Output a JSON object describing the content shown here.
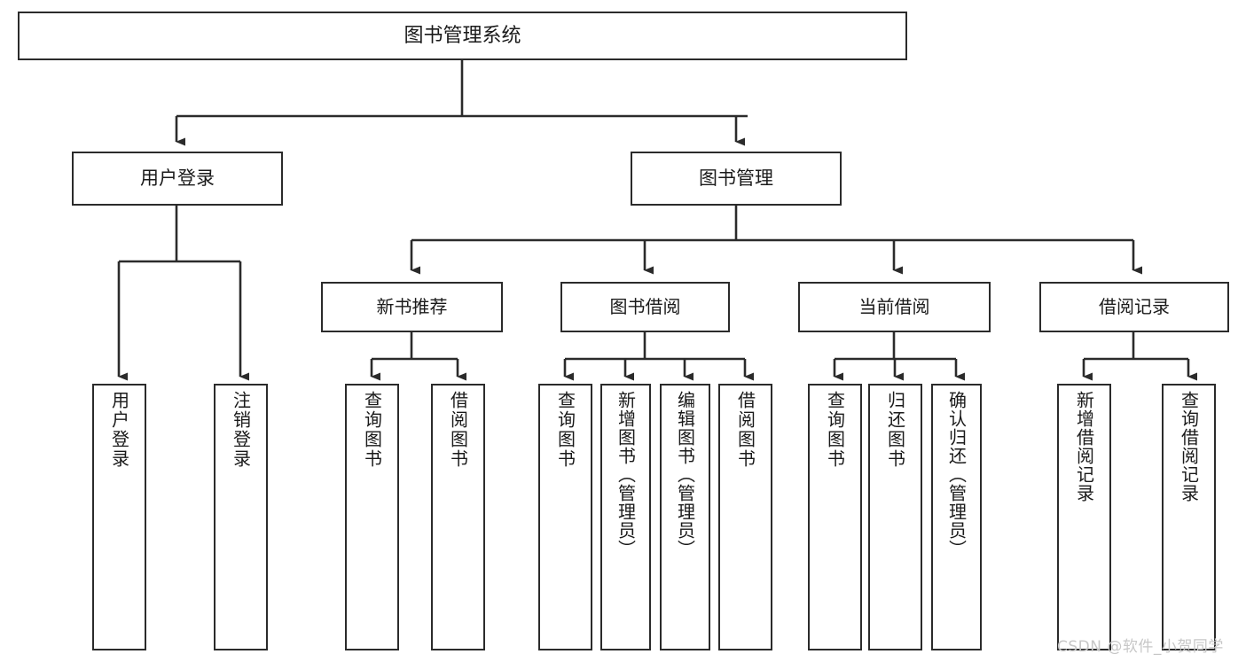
{
  "diagram": {
    "title": "图书管理系统",
    "type": "tree-hierarchy",
    "root": {
      "id": "root",
      "label": "图书管理系统",
      "level": 1
    },
    "level2": [
      {
        "id": "user-login",
        "label": "用户登录",
        "level": 2
      },
      {
        "id": "book-management",
        "label": "图书管理",
        "level": 2
      }
    ],
    "level3": [
      {
        "id": "new-book-recommend",
        "label": "新书推荐",
        "level": 3,
        "parent": "book-management"
      },
      {
        "id": "book-borrow",
        "label": "图书借阅",
        "level": 3,
        "parent": "book-management"
      },
      {
        "id": "current-borrow",
        "label": "当前借阅",
        "level": 3,
        "parent": "book-management"
      },
      {
        "id": "borrow-record",
        "label": "借阅记录",
        "level": 3,
        "parent": "book-management"
      }
    ],
    "leaves": [
      {
        "id": "leaf-user-login",
        "label": "用户登录",
        "parent": "user-login"
      },
      {
        "id": "leaf-logout-login",
        "label": "注销登录",
        "parent": "user-login"
      },
      {
        "id": "leaf-query-book-1",
        "label": "查询图书",
        "parent": "new-book-recommend"
      },
      {
        "id": "leaf-borrow-book-1",
        "label": "借阅图书",
        "parent": "new-book-recommend"
      },
      {
        "id": "leaf-query-book-2",
        "label": "查询图书",
        "parent": "book-borrow"
      },
      {
        "id": "leaf-add-book",
        "label": "新增图书（管理员）",
        "parent": "book-borrow"
      },
      {
        "id": "leaf-edit-book",
        "label": "编辑图书（管理员）",
        "parent": "book-borrow"
      },
      {
        "id": "leaf-borrow-book-2",
        "label": "借阅图书",
        "parent": "book-borrow"
      },
      {
        "id": "leaf-query-book-3",
        "label": "查询图书",
        "parent": "current-borrow"
      },
      {
        "id": "leaf-return-book",
        "label": "归还图书",
        "parent": "current-borrow"
      },
      {
        "id": "leaf-confirm-return",
        "label": "确认归还（管理员）",
        "parent": "current-borrow"
      },
      {
        "id": "leaf-add-record",
        "label": "新增借阅记录",
        "parent": "borrow-record"
      },
      {
        "id": "leaf-query-record",
        "label": "查询借阅记录",
        "parent": "borrow-record"
      }
    ]
  },
  "watermark": {
    "text": "CSDN @软件_小贺同学"
  },
  "colors": {
    "node_border": "#2b2b2b",
    "node_fill": "#ffffff",
    "edge": "#2b2b2b",
    "text": "#1a1a1a",
    "watermark": "#c7c7c7",
    "background": "#ffffff"
  }
}
